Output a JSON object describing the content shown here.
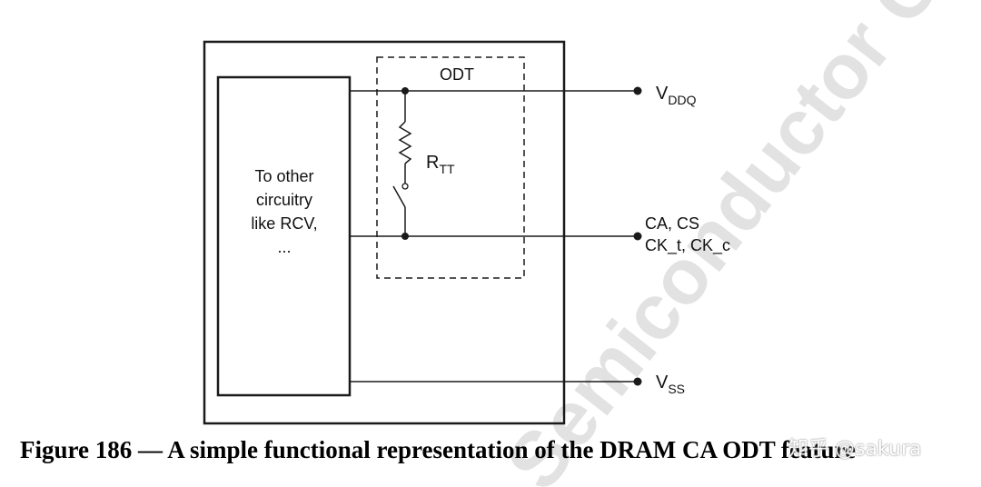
{
  "diagram": {
    "block_label_lines": [
      "To other",
      "circuitry",
      "like RCV,",
      "..."
    ],
    "odt_label": "ODT",
    "resistor_label": "R",
    "resistor_sub": "TT",
    "vddq_label": "V",
    "vddq_sub": "DDQ",
    "signal_line1": "CA, CS",
    "signal_line2": "CK_t, CK_c",
    "vss_label": "V",
    "vss_sub": "SS"
  },
  "caption": "Figure 186 — A simple functional representation of the DRAM CA ODT feature",
  "watermark": {
    "diagonal_text": "Semiconductor Co.,",
    "zhihu_text": "知乎 @sakura"
  },
  "colors": {
    "line": "#1a1a1a",
    "watermark": "#d9d9d9"
  }
}
